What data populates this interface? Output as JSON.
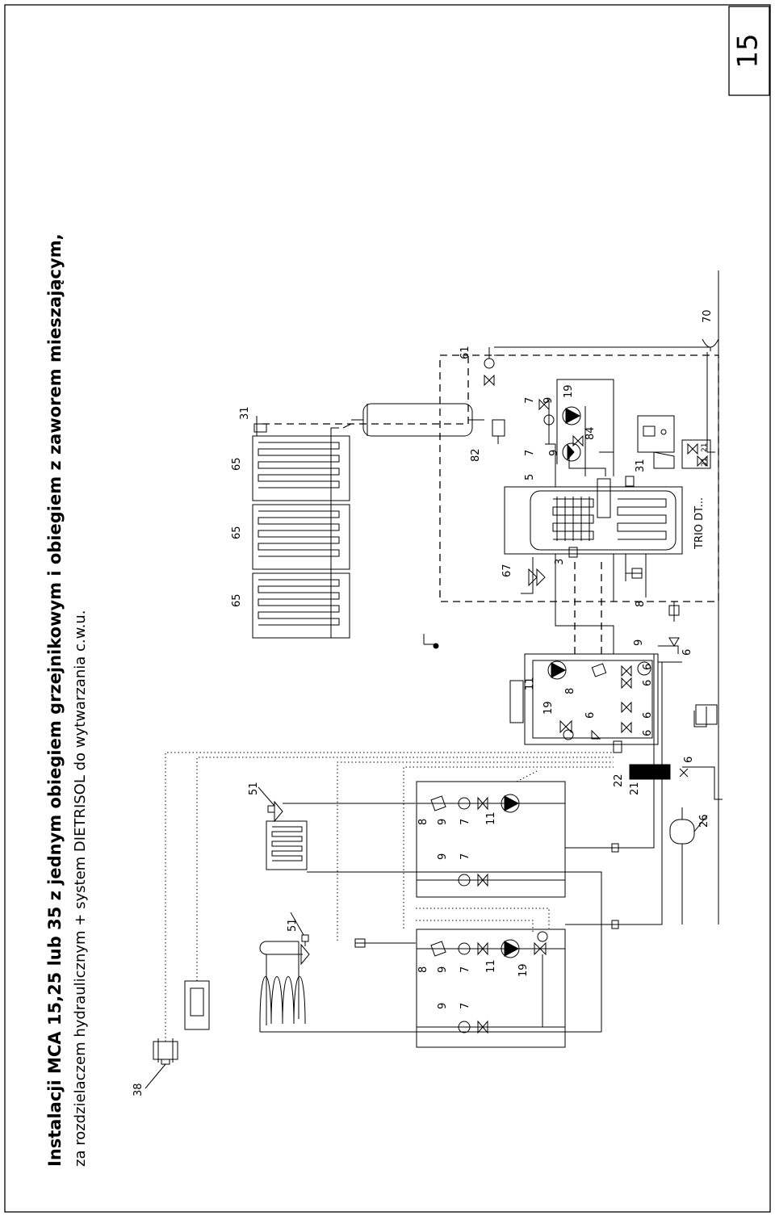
{
  "page_number": "15",
  "title": "Instalacji MCA 15,25 lub 35 z jednym obiegiem grzejnikowym i obiegiem z zaworem mieszającym,",
  "subtitle": "za rozdzielaczem hydraulicznym + system DIETRISOL do wytwarzania c.w.u.",
  "boiler_label": "TRIO DT...",
  "labels": {
    "l38": "38",
    "l51a": "51",
    "l51b": "51",
    "l8a": "8",
    "l9a": "9",
    "l7a": "7",
    "l11a": "11",
    "l9b": "9",
    "l7b": "7",
    "l8c": "8",
    "l9c": "9",
    "l7c": "7",
    "l11c": "11",
    "l19c": "19",
    "l9d": "9",
    "l7d": "7",
    "l26": "26",
    "l21": "21",
    "l22": "22",
    "l6a": "6",
    "l65a": "65",
    "l65b": "65",
    "l65c": "65",
    "l31a": "31",
    "l11e": "11",
    "l19e": "19",
    "l8e": "8",
    "l6e": "6",
    "l6f": "6",
    "l6g": "6",
    "l6h": "6",
    "l6i": "6",
    "l9e": "9",
    "l6j": "6",
    "l67": "67",
    "l3": "3",
    "l8f": "8",
    "l82": "82",
    "l5": "5",
    "l31b": "31",
    "l7e": "7",
    "l9f": "9",
    "l84": "84",
    "l7f": "7",
    "l9g": "9",
    "l19f": "19",
    "l61": "61",
    "l70": "70",
    "l21b": "21",
    "l21c": "21"
  }
}
